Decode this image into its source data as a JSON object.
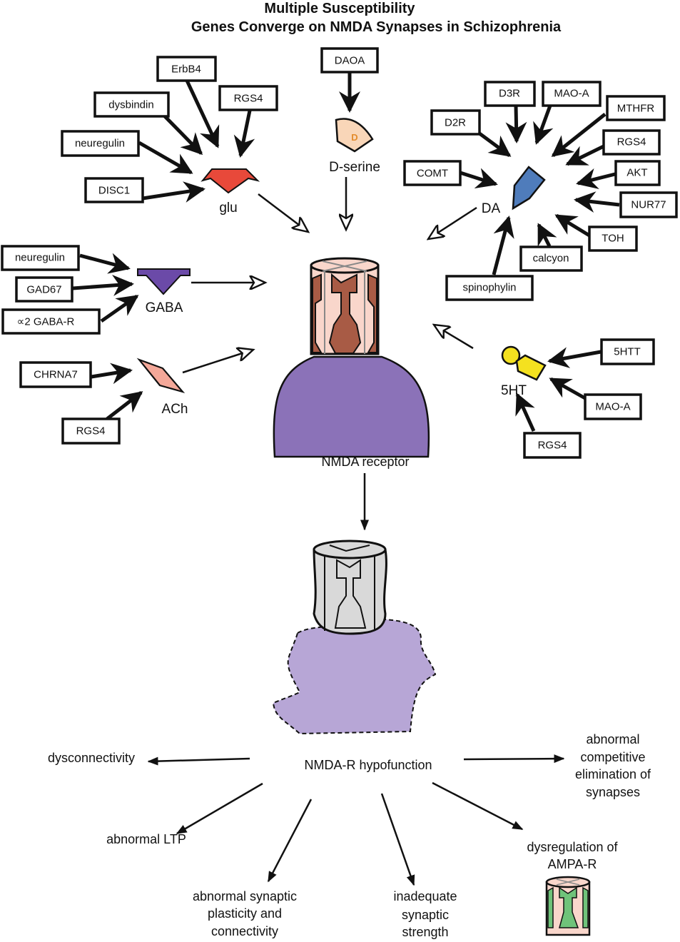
{
  "title": {
    "line1": "Multiple Susceptibility",
    "line2": "Genes Converge on NMDA Synapses in Schizophrenia"
  },
  "colors": {
    "glu": "#e8493a",
    "dserine": "#f9d6b8",
    "dserine_letter": "#e38b2c",
    "dopamine": "#4f7cbb",
    "gaba": "#6b4aa8",
    "ach": "#f4a899",
    "serotonin": "#f4e11f",
    "receptor_base": "#8b72b8",
    "receptor_pink": "#f9d6cb",
    "receptor_brown": "#a85b45",
    "hypo_base": "#b7a6d6",
    "hypo_gray": "#d9d9d9",
    "ampa_green": "#6fc37a"
  },
  "neurotransmitters": {
    "glu": "glu",
    "dserine": "D-serine",
    "dserine_symbol": "D",
    "da": "DA",
    "gaba": "GABA",
    "ach": "ACh",
    "ht": "5HT"
  },
  "genes": {
    "glu": [
      "ErbB4",
      "dysbindin",
      "RGS4",
      "neuregulin",
      "DISC1"
    ],
    "dserine": [
      "DAOA"
    ],
    "da": [
      "D3R",
      "MAO-A",
      "D2R",
      "MTHFR",
      "RGS4",
      "COMT",
      "AKT",
      "NUR77",
      "TOH",
      "calcyon",
      "spinophylin"
    ],
    "gaba": [
      "neuregulin",
      "GAD67",
      "∝2 GABA-R"
    ],
    "ach": [
      "CHRNA7",
      "RGS4"
    ],
    "ht": [
      "5HTT",
      "MAO-A",
      "RGS4"
    ]
  },
  "receptor_label": "NMDA receptor",
  "hypofunction_label": "NMDA-R hypofunction",
  "outcomes": {
    "dysconnectivity": "dysconnectivity",
    "competitive": [
      "abnormal",
      "competitive",
      "elimination of",
      "synapses"
    ],
    "ltp": "abnormal LTP",
    "plasticity": [
      "abnormal synaptic",
      "plasticity and",
      "connectivity"
    ],
    "strength": [
      "inadequate",
      "synaptic",
      "strength"
    ],
    "ampa": [
      "dysregulation of",
      "AMPA-R"
    ]
  }
}
